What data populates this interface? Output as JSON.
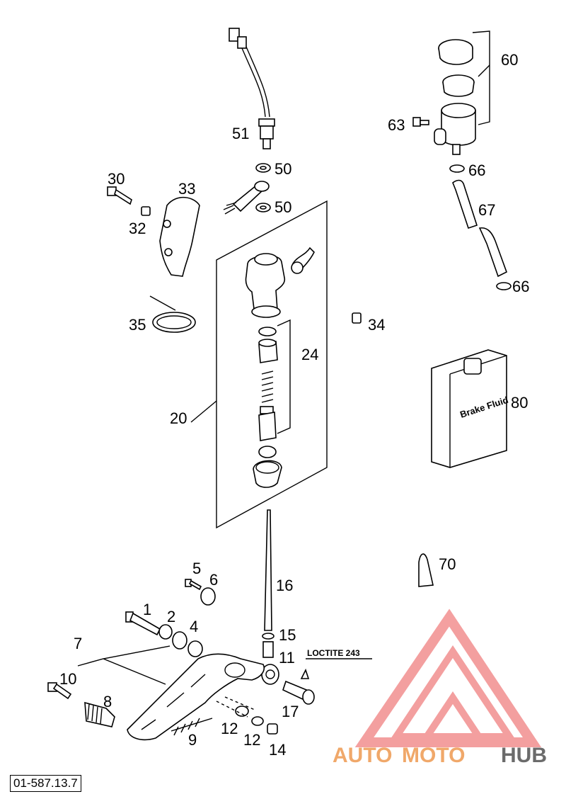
{
  "diagram": {
    "doc_number": "01-587.13.7",
    "loctite_note": "LOCTITE 243",
    "bottle_label": "Brake Fluid",
    "watermark": {
      "part1": "AUTO",
      "part2": "MOTO",
      "part3": "HUB",
      "color_light": "#f0a86a",
      "color_dark": "#6b6b6b",
      "logo_color": "#f08080"
    },
    "callouts": {
      "c1": "1",
      "c2": "2",
      "c4": "4",
      "c5": "5",
      "c6": "6",
      "c7": "7",
      "c8": "8",
      "c9": "9",
      "c10": "10",
      "c11": "11",
      "c12a": "12",
      "c12b": "12",
      "c14": "14",
      "c15": "15",
      "c16": "16",
      "c17": "17",
      "c20": "20",
      "c24": "24",
      "c30": "30",
      "c32": "32",
      "c33": "33",
      "c34": "34",
      "c35": "35",
      "c50a": "50",
      "c50b": "50",
      "c51": "51",
      "c60": "60",
      "c63": "63",
      "c66a": "66",
      "c66b": "66",
      "c67": "67",
      "c70": "70",
      "c80": "80"
    }
  }
}
